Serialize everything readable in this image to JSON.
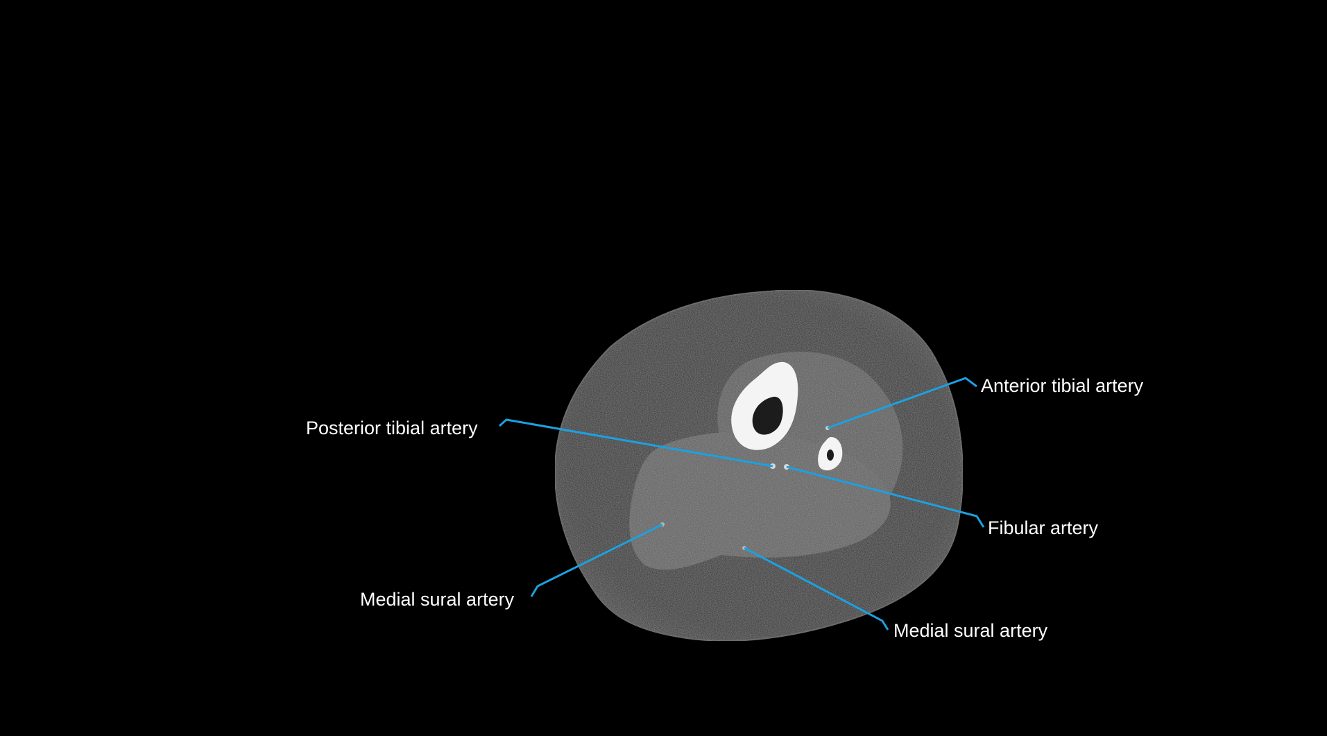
{
  "leader_color": "#1ba1e2",
  "labels": {
    "anterior_tibial": "Anterior tibial artery",
    "posterior_tibial": "Posterior tibial artery",
    "fibular": "Fibular artery",
    "medial_sural_left": "Medial sural artery",
    "medial_sural_right": "Medial sural artery"
  }
}
